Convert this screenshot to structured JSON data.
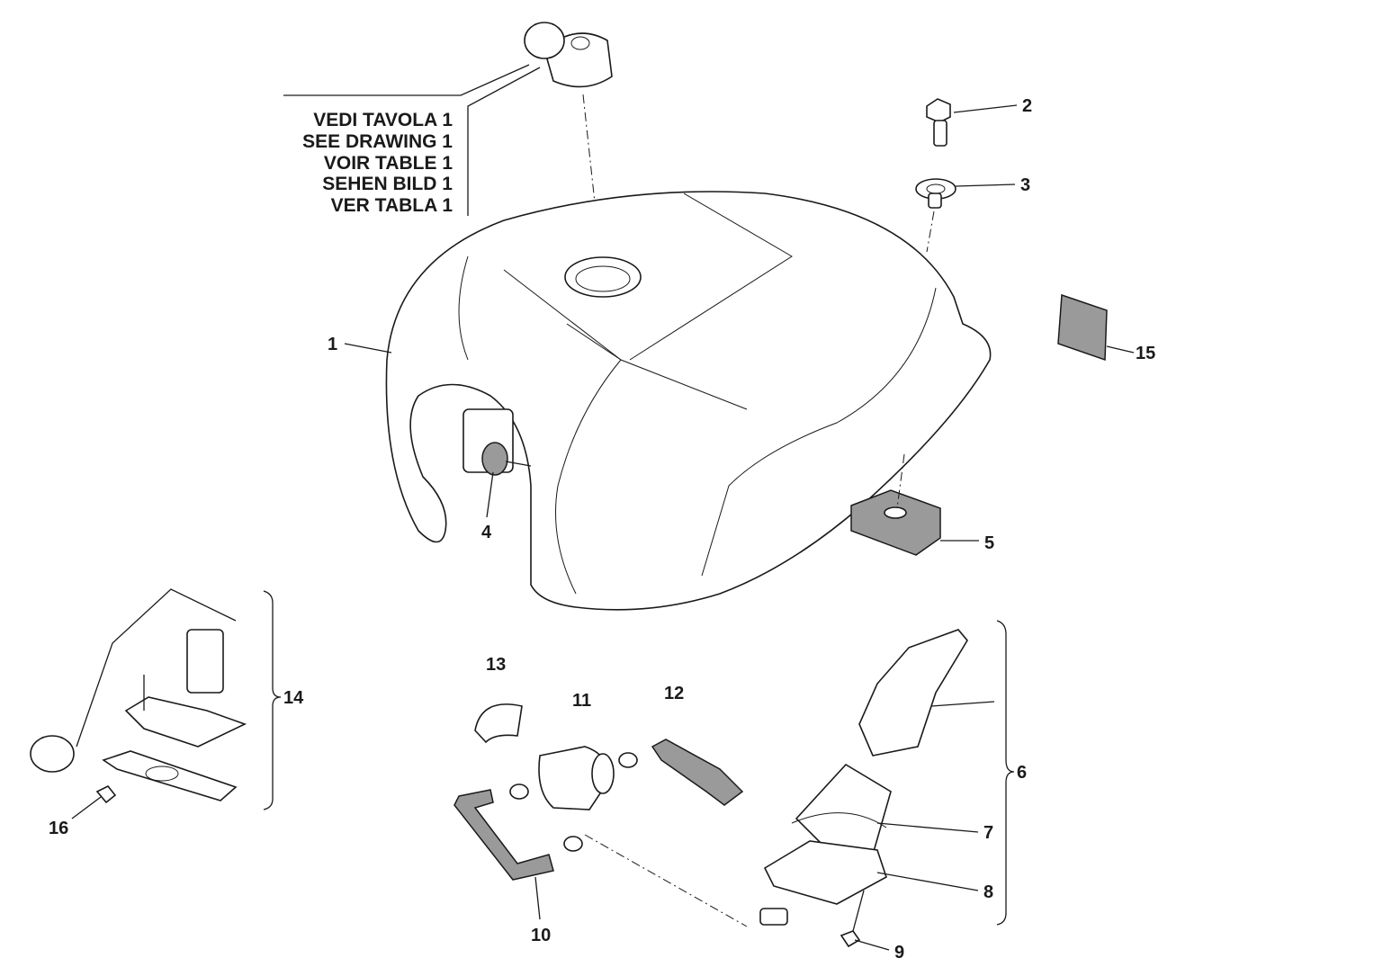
{
  "reference_note": [
    "VEDI TAVOLA 1",
    "SEE DRAWING 1",
    "VOIR TABLE 1",
    "SEHEN BILD 1",
    "VER TABLA 1"
  ],
  "callouts": [
    "1",
    "2",
    "3",
    "4",
    "5",
    "6",
    "7",
    "8",
    "9",
    "10",
    "11",
    "12",
    "13",
    "14",
    "15",
    "16"
  ]
}
